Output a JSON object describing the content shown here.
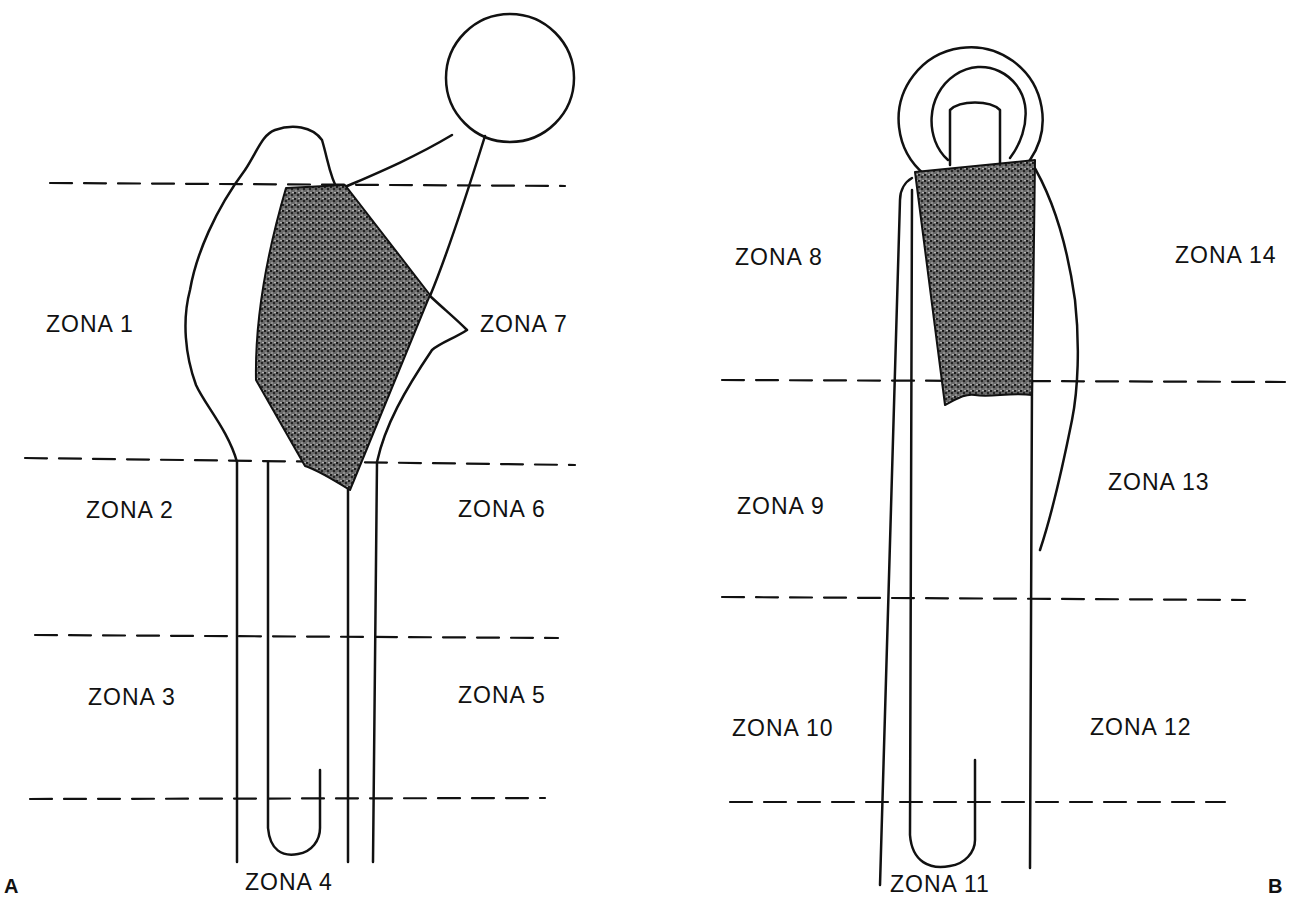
{
  "diagram": {
    "labels": [
      "ZONA 1",
      "ZONA 7",
      "ZONA 2",
      "ZONA 6",
      "ZONA 3",
      "ZONA 5",
      "ZONA 4",
      "A",
      "ZONA 8",
      "ZONA 14",
      "ZONA 9",
      "ZONA 13",
      "ZONA 10",
      "ZONA 12",
      "ZONA 11",
      "B"
    ]
  }
}
